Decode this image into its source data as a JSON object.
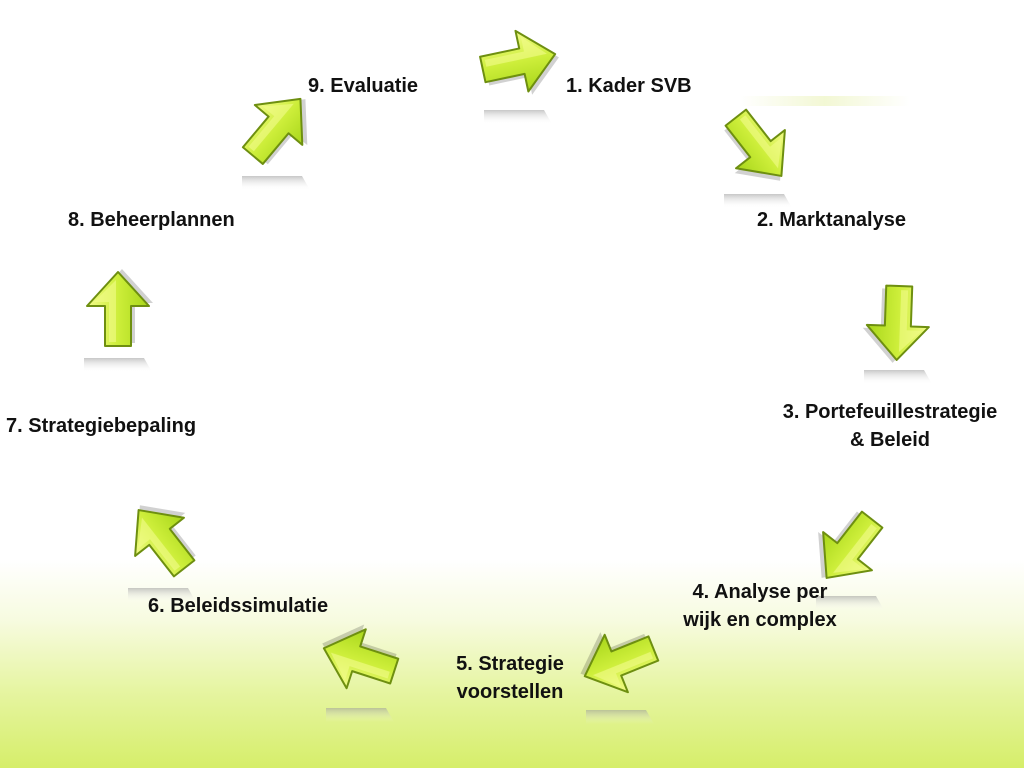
{
  "cycle": {
    "steps": [
      {
        "label": "1. Kader SVB"
      },
      {
        "label": "2. Marktanalyse"
      },
      {
        "lines": [
          "3. Portefeuillestrategie",
          "& Beleid"
        ]
      },
      {
        "lines": [
          "4. Analyse per",
          "wijk en complex"
        ]
      },
      {
        "lines": [
          "5. Strategie",
          "voorstellen"
        ]
      },
      {
        "label": "6. Beleidssimulatie"
      },
      {
        "label": "7. Strategiebepaling"
      },
      {
        "label": "8. Beheerplannen"
      },
      {
        "label": "9. Evaluatie"
      }
    ],
    "arrow_icons": [
      "arrow-icon",
      "arrow-icon",
      "arrow-icon",
      "arrow-icon",
      "arrow-icon",
      "arrow-icon",
      "arrow-icon",
      "arrow-icon",
      "arrow-icon"
    ],
    "colors": {
      "arrow_fill_light": "#f2fb8a",
      "arrow_fill_dark": "#a8d61a",
      "arrow_stroke": "#6e8f10",
      "background_bottom": "#d6ee6a",
      "text": "#111111"
    }
  }
}
